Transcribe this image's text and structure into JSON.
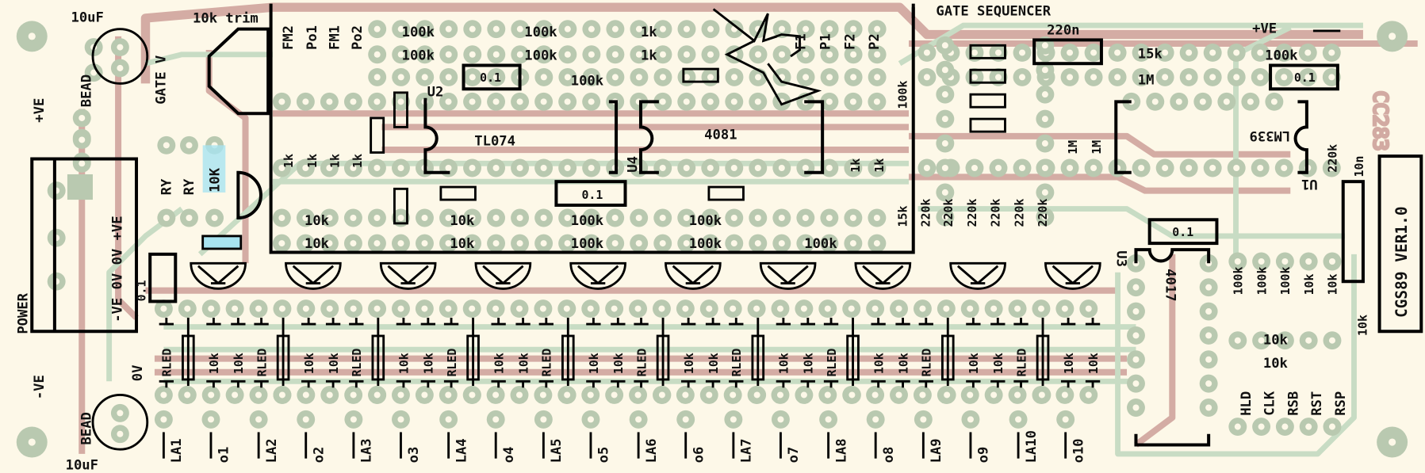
{
  "board": {
    "title": "GATE SEQUENCER",
    "id_mark": "CGS89 VER1.0",
    "pink_mark": "CC283",
    "colors": {
      "background": "#fdf8e8",
      "copper_top": "#d4aca4",
      "copper_bottom": "#c8dcc4",
      "pad": "#b9c9b0",
      "silkscreen": "#111111",
      "highlight": "#a8e4f0"
    }
  },
  "power": {
    "cap_top": "10uF",
    "cap_bottom": "10uF",
    "bead_top": "BEAD",
    "bead_bottom": "BEAD",
    "pos": "+VE",
    "neg": "-VE",
    "zero": "0V",
    "connector_label": "POWER",
    "connector_pins": "-VE 0V 0V +VE",
    "cap_01": "0.1"
  },
  "gate_block": {
    "trim": "10k trim",
    "gate_v": "GATE V",
    "ry1": "RY",
    "ry2": "RY",
    "r10k": "10K"
  },
  "opamp_block": {
    "inputs": [
      "FM2",
      "Po1",
      "FM1",
      "Po2"
    ],
    "in_res": [
      "1k",
      "1k",
      "1k",
      "1k"
    ],
    "top_res": [
      "100k",
      "100k",
      "100k",
      "100k",
      "1k",
      "1k",
      "100k"
    ],
    "cap": "0.1",
    "u2": "U2",
    "tl074": "TL074",
    "low_res": [
      "10k",
      "10k",
      "10k",
      "10k",
      "100k",
      "100k",
      "100k",
      "100k",
      "100k"
    ],
    "cap2": "0.1"
  },
  "logic_block": {
    "u4": "U4",
    "ic": "4081",
    "outputs": [
      "F1",
      "P1",
      "F2",
      "P2"
    ],
    "r100k": "100k",
    "r1k": [
      "1k",
      "1k"
    ],
    "r15k": "15k",
    "r220k": [
      "220k",
      "220k",
      "220k",
      "220k",
      "220k",
      "220k"
    ]
  },
  "comparator_block": {
    "cap220n": "220n",
    "r15k": "15k",
    "r1m": "1M",
    "r100k": "100k",
    "cap": "0.1",
    "pos": "+VE",
    "r1m_pair": [
      "1M",
      "1M"
    ],
    "ic": "LM339",
    "u1": "U1",
    "r220k": "220k",
    "c10n": "10n"
  },
  "counter_block": {
    "u3": "U3",
    "ic": "4017",
    "cap": "0.1",
    "res": [
      "100k",
      "100k",
      "100k",
      "10k",
      "10k"
    ],
    "res2": [
      "10k",
      "10k"
    ],
    "res3": "10k",
    "pins": [
      "HLD",
      "CLK",
      "RSB",
      "RST",
      "RSP"
    ]
  },
  "channels": [
    {
      "la": "LA1",
      "o": "o1",
      "rled": "RLED",
      "r1": "10k",
      "r2": "10k"
    },
    {
      "la": "LA2",
      "o": "o2",
      "rled": "RLED",
      "r1": "10k",
      "r2": "10k"
    },
    {
      "la": "LA3",
      "o": "o3",
      "rled": "RLED",
      "r1": "10k",
      "r2": "10k"
    },
    {
      "la": "LA4",
      "o": "o4",
      "rled": "RLED",
      "r1": "10k",
      "r2": "10k"
    },
    {
      "la": "LA5",
      "o": "o5",
      "rled": "RLED",
      "r1": "10k",
      "r2": "10k"
    },
    {
      "la": "LA6",
      "o": "o6",
      "rled": "RLED",
      "r1": "10k",
      "r2": "10k"
    },
    {
      "la": "LA7",
      "o": "o7",
      "rled": "RLED",
      "r1": "10k",
      "r2": "10k"
    },
    {
      "la": "LA8",
      "o": "o8",
      "rled": "RLED",
      "r1": "10k",
      "r2": "10k"
    },
    {
      "la": "LA9",
      "o": "o9",
      "rled": "RLED",
      "r1": "10k",
      "r2": "10k"
    },
    {
      "la": "LA10",
      "o": "o10",
      "rled": "RLED",
      "r1": "10k",
      "r2": "10k"
    }
  ]
}
